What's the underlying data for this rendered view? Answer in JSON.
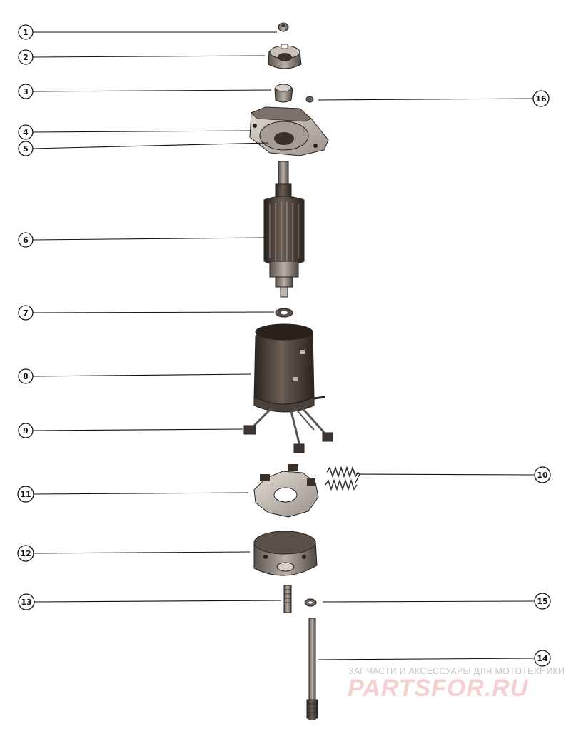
{
  "callouts": [
    "1",
    "2",
    "3",
    "4",
    "5",
    "6",
    "7",
    "8",
    "9",
    "10",
    "11",
    "12",
    "13",
    "14",
    "15",
    "16"
  ],
  "watermark": {
    "tagline": "ЗАПЧАСТИ И АКСЕССУАРЫ ДЛЯ МОТОТЕХНИКИ",
    "logo": "PARTSFOR.RU"
  },
  "colors": {
    "line": "#111111",
    "part_dark": "#3a302a",
    "part_mid": "#8a7f76",
    "part_light": "#cfc8c0",
    "watermark_text": "#c9c9c9",
    "watermark_logo": "#f6cfcf"
  }
}
